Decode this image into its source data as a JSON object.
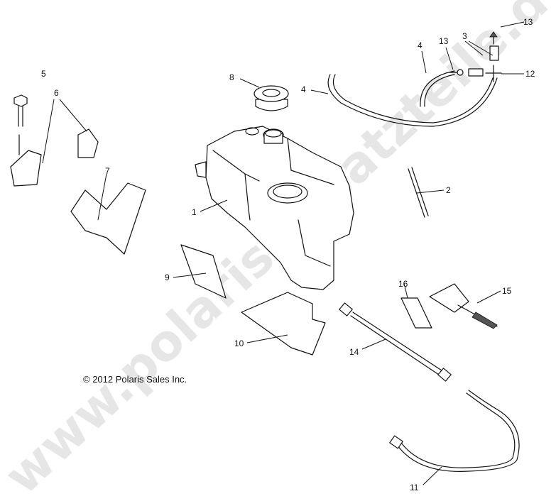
{
  "copyright": "© 2012 Polaris Sales Inc.",
  "watermark": "www.polaris-ersatzteile.de",
  "callouts": {
    "c1": "1",
    "c2": "2",
    "c3": "3",
    "c4a": "4",
    "c4b": "4",
    "c5": "5",
    "c6": "6",
    "c7": "7",
    "c8": "8",
    "c9": "9",
    "c10": "10",
    "c11": "11",
    "c12": "12",
    "c13a": "13",
    "c13b": "13",
    "c14": "14",
    "c15": "15",
    "c16": "16"
  }
}
